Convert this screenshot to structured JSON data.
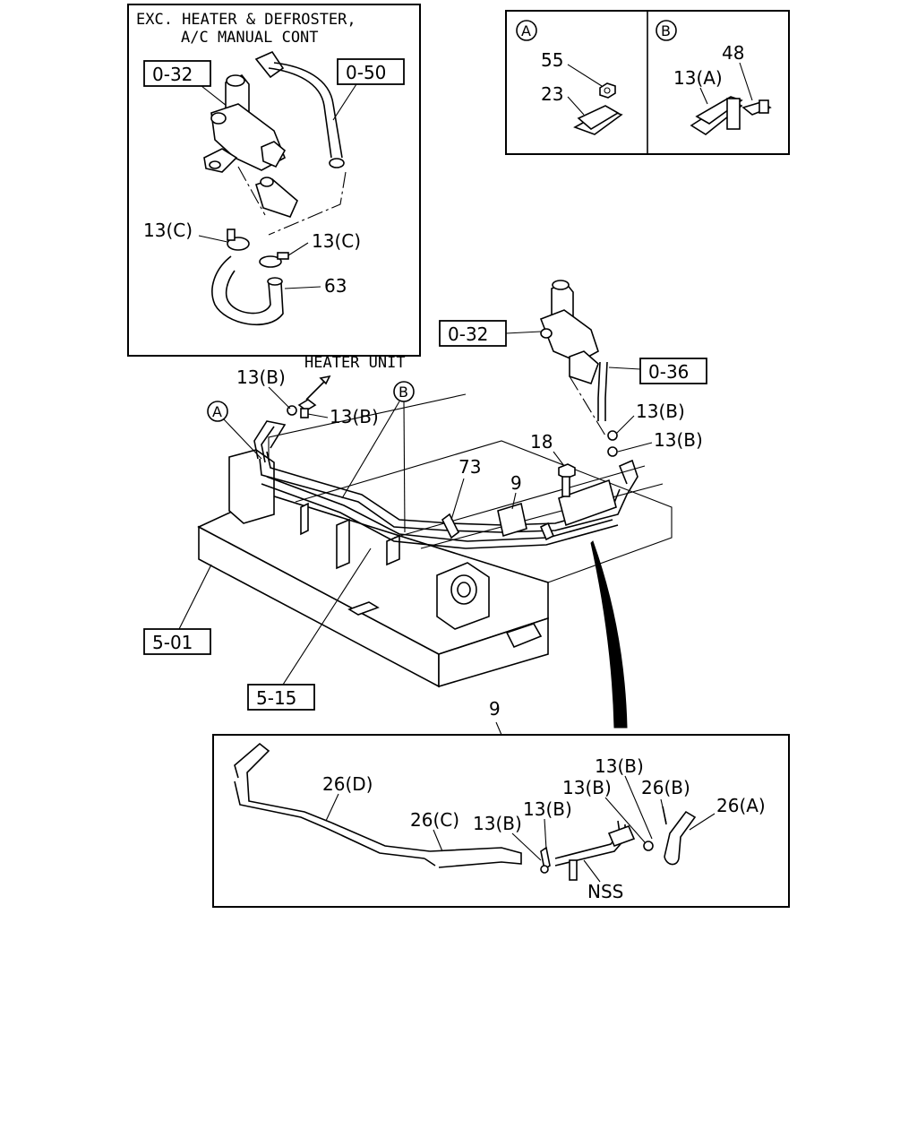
{
  "inset_exc": {
    "title_line1": "EXC. HEATER & DEFROSTER,",
    "title_line2": "A/C MANUAL CONT",
    "ref_a": "0-32",
    "ref_b": "0-50",
    "label_13c_left": "13(C)",
    "label_13c_right": "13(C)",
    "label_63": "63"
  },
  "detail_a": {
    "circle": "A",
    "label_55": "55",
    "label_23": "23"
  },
  "detail_b": {
    "circle": "B",
    "label_48": "48",
    "label_13a": "13(A)"
  },
  "main": {
    "heater_unit": "HEATER UNIT",
    "circle_a": "A",
    "circle_b": "B",
    "label_13b_1": "13(B)",
    "label_13b_2": "13(B)",
    "label_13b_3": "13(B)",
    "label_13b_4": "13(B)",
    "label_73": "73",
    "label_9": "9",
    "label_18": "18",
    "ref_032": "0-32",
    "ref_036": "0-36",
    "ref_501": "5-01",
    "ref_515": "5-15"
  },
  "detail_9": {
    "title": "9",
    "label_26d": "26(D)",
    "label_26c": "26(C)",
    "label_13b_a": "13(B)",
    "label_13b_b": "13(B)",
    "label_13b_c": "13(B)",
    "label_13b_d": "13(B)",
    "label_26b": "26(B)",
    "label_26a": "26(A)",
    "label_nss": "NSS"
  }
}
